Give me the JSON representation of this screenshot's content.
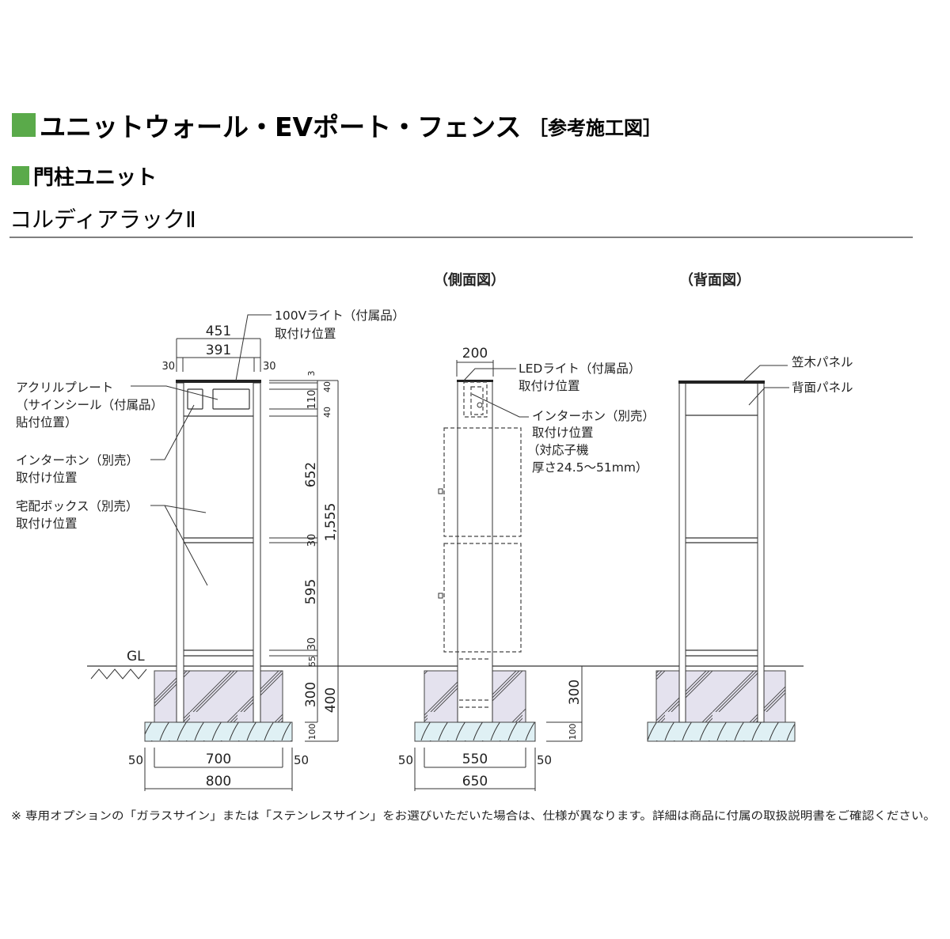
{
  "header": {
    "title": "ユニットウォール・EVポート・フェンス",
    "title_suffix": "［参考施工図］",
    "section": "門柱ユニット",
    "product": "コルディアラックⅡ",
    "accent_color": "#5aaa4a"
  },
  "views": {
    "side_title": "（側面図）",
    "back_title": "（背面図）"
  },
  "front_labels": {
    "light": [
      "100Vライト（付属品）",
      "取付け位置"
    ],
    "acrylic": [
      "アクリルプレート",
      "（サインシール（付属品）",
      "貼付位置）"
    ],
    "intercom": [
      "インターホン（別売）",
      "取付け位置"
    ],
    "delivery_box": [
      "宅配ボックス（別売）",
      "取付け位置"
    ],
    "gl": "GL"
  },
  "front_dims": {
    "w451": "451",
    "w391": "391",
    "w30l": "30",
    "w30r": "30",
    "h3": "3",
    "h40a": "40",
    "h110": "110",
    "h40b": "40",
    "h652": "652",
    "h30a": "30",
    "h595": "595",
    "h30b": "30",
    "h55": "55",
    "h1555": "1,555",
    "h300": "300",
    "h400": "400",
    "h100": "100",
    "b50l": "50",
    "b700": "700",
    "b50r": "50",
    "b800": "800"
  },
  "side_labels": {
    "led": [
      "LEDライト（付属品）",
      "取付け位置"
    ],
    "intercom": [
      "インターホン（別売）",
      "取付け位置",
      "（対応子機",
      "厚さ24.5～51mm）"
    ]
  },
  "side_dims": {
    "w200": "200",
    "h300": "300",
    "h100": "100",
    "b50l": "50",
    "b550": "550",
    "b50r": "50",
    "b650": "650"
  },
  "back_labels": {
    "kasagi": "笠木パネル",
    "back_panel": "背面パネル"
  },
  "footnote": "※ 専用オプションの「ガラスサイン」または「ステンレスサイン」をお選びいただいた場合は、仕様が異なります。詳細は商品に付属の取扱説明書をご確認ください。"
}
